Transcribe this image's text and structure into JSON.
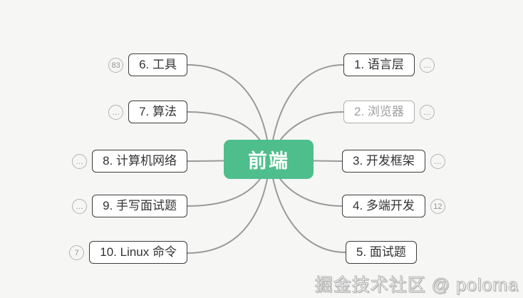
{
  "root": {
    "label": "前端"
  },
  "left_nodes": [
    {
      "label": "6. 工具",
      "badge": "83"
    },
    {
      "label": "7. 算法",
      "badge": "…"
    },
    {
      "label": "8. 计算机网络",
      "badge": "…"
    },
    {
      "label": "9. 手写面试题",
      "badge": "…"
    },
    {
      "label": "10. Linux 命令",
      "badge": "7"
    }
  ],
  "right_nodes": [
    {
      "label": "1. 语言层",
      "badge": "…"
    },
    {
      "label": "2. 浏览器",
      "badge": "…"
    },
    {
      "label": "3. 开发框架",
      "badge": "…"
    },
    {
      "label": "4. 多端开发",
      "badge": "12"
    },
    {
      "label": "5. 面试题"
    }
  ],
  "watermark": "掘金技术社区 @ poloma",
  "colors": {
    "root_bg": "#4ebe8c",
    "connector": "#9a9a9a",
    "canvas_bg": "#f6f6f4"
  }
}
